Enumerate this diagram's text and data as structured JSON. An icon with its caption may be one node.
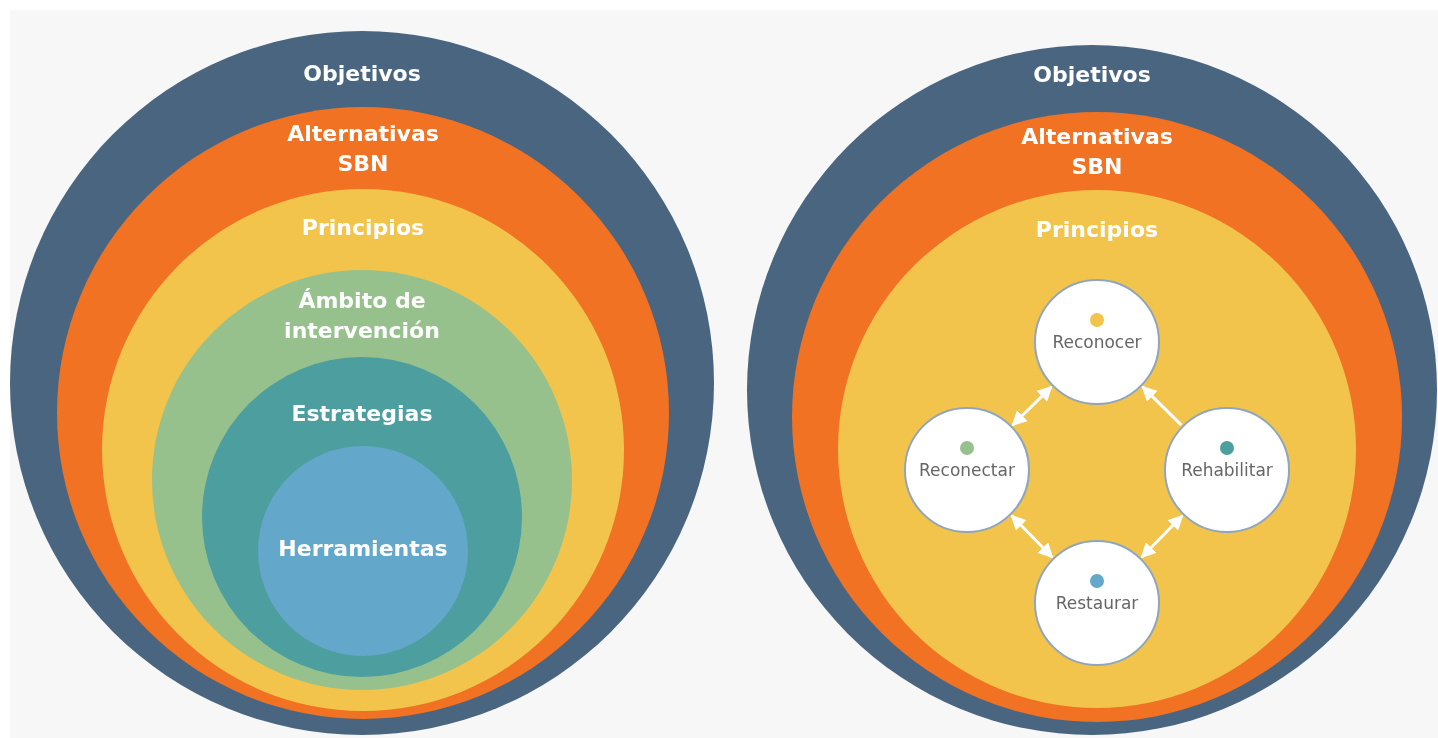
{
  "diagram": {
    "nodes": [
      {
        "text": [
          "Objetivos"
        ]
      },
      {
        "text": [
          "Alternativas SBN"
        ],
        "in": 0
      },
      {
        "text": [
          "Principios"
        ],
        "in": 1
      },
      {
        "text": [
          "Ámbito de intervención"
        ],
        "in": 2
      },
      {
        "text": [
          "Estrategias"
        ],
        "in": 3
      },
      {
        "text": [
          "Herramientas"
        ],
        "in": 4
      },
      {
        "text": [
          "Objetivos"
        ]
      },
      {
        "text": [
          "Alternativas SBN"
        ],
        "in": 6
      },
      {
        "text": [
          "Principios"
        ],
        "in": 7
      },
      {
        "text": [
          "Reconocer"
        ],
        "in": 8
      },
      {
        "text": [
          "Reconectar"
        ],
        "in": 8
      },
      {
        "text": [
          "Rehabilitar"
        ],
        "in": 8
      },
      {
        "text": [
          "Restaurar"
        ],
        "in": 8
      }
    ],
    "edges": [
      {
        "from": 10,
        "to": 9,
        "arrow": "both"
      },
      {
        "from": 11,
        "to": 9,
        "arrow": "to"
      },
      {
        "from": 10,
        "to": 12,
        "arrow": "both"
      },
      {
        "from": 12,
        "to": 11,
        "arrow": "both"
      }
    ]
  }
}
